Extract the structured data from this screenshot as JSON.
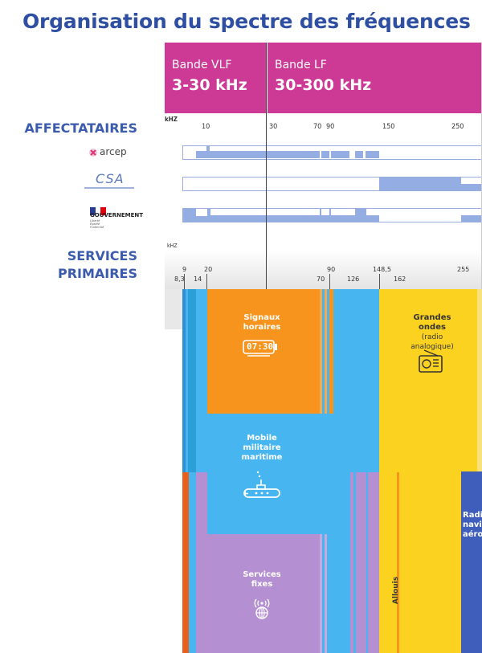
{
  "title": "Organisation du spectre des fréquences",
  "bands": [
    {
      "name": "Bande VLF",
      "range": "3-30 kHz"
    },
    {
      "name": "Bande LF",
      "range": "30-300 kHz"
    }
  ],
  "affectataires": {
    "heading": "AFFECTATAIRES",
    "unit": "kHZ",
    "ticks": [
      "10",
      "30",
      "70",
      "90",
      "150",
      "250"
    ],
    "logos": {
      "arcep": "arcep",
      "csa": "CSA",
      "gouv_name": "GOUVERNEMENT",
      "gouv_motto": [
        "Liberté",
        "Égalité",
        "Fraternité"
      ]
    }
  },
  "services": {
    "heading": [
      "SERVICES",
      "PRIMAIRES"
    ],
    "unit": "kHZ",
    "ticks": [
      "9",
      "14",
      "20",
      "90",
      "148,5",
      "255"
    ],
    "ticks_low": [
      "8,3",
      "70",
      "126",
      "162"
    ],
    "blocks": {
      "signaux": [
        "Signaux",
        "horaires"
      ],
      "clock_text": "07:30",
      "mobile": [
        "Mobile",
        "militaire",
        "maritime"
      ],
      "fixes": [
        "Services",
        "fixes"
      ],
      "grandes": [
        "Grandes",
        "ondes"
      ],
      "grandes_sub": "(radio analogique)",
      "allouis": "Allouis",
      "radio_nav": [
        "Radi",
        "navig",
        "aéro"
      ]
    }
  },
  "colors": {
    "title": "#2f4fa2",
    "band": "#cc3a96",
    "section_label": "#3b5bad",
    "track_fill": "#94ade2",
    "orange": "#f7941d",
    "sky": "#47b6f0",
    "yellow": "#fbd21f",
    "lilac": "#b48fd1",
    "dark_orange": "#e8601c",
    "navy": "#3f5ebc"
  }
}
